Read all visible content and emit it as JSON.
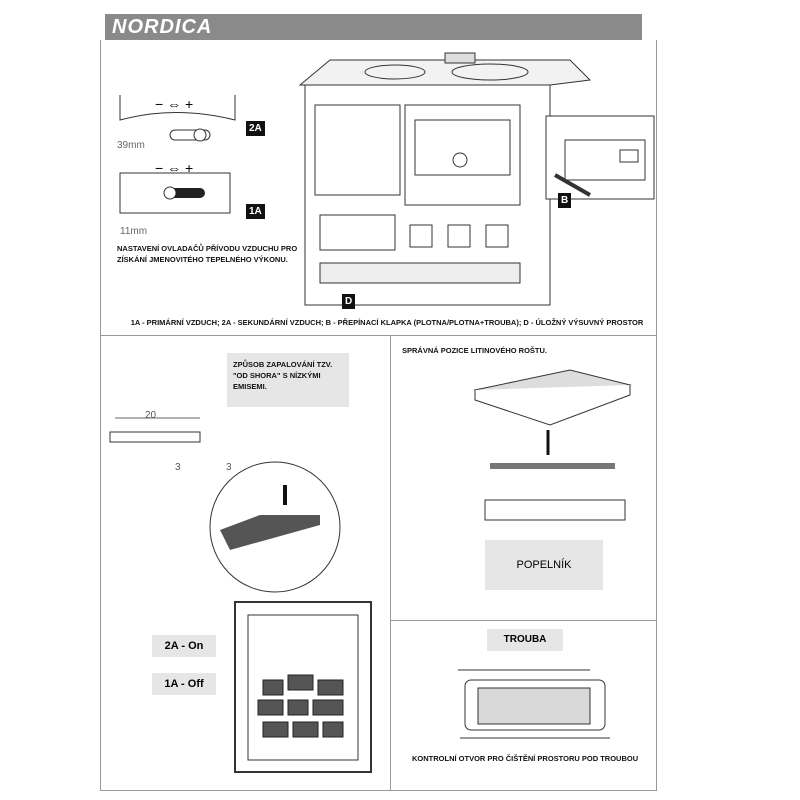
{
  "header": {
    "logo": "NORDICA"
  },
  "top": {
    "tag_2a": "2A",
    "tag_1a": "1A",
    "tag_b": "B",
    "tag_d": "D",
    "dim_39": "39mm",
    "dim_11": "11mm",
    "minus": "−",
    "plus": "+",
    "note": "NASTAVENÍ OVLADAČŮ PŘÍVODU VZDUCHU PRO ZÍSKÁNÍ JMENOVITÉHO TEPELNÉHO VÝKONU.",
    "legend": "1A - PRIMÁRNÍ VZDUCH; 2A - SEKUNDÁRNÍ VZDUCH; B - PŘEPÍNACÍ KLAPKA  (PLOTNA/PLOTNA+TROUBA); D - ÚLOŽNÝ VÝSUVNÝ PROSTOR"
  },
  "left": {
    "box": "ZPŮSOB ZAPALOVÁNÍ TZV. \"OD SHORA\" S NÍZKÝMI EMISEMI.",
    "dim_20": "20",
    "dim_3a": "3",
    "dim_3b": "3",
    "on": "2A - On",
    "off": "1A - Off"
  },
  "right": {
    "title": "SPRÁVNÁ POZICE LITINOVÉHO ROŠTU.",
    "popelnik": "POPELNÍK",
    "trouba": "TROUBA",
    "bottom": "KONTROLNÍ OTVOR PRO ČIŠTĚNÍ PROSTORU POD TROUBOU"
  }
}
